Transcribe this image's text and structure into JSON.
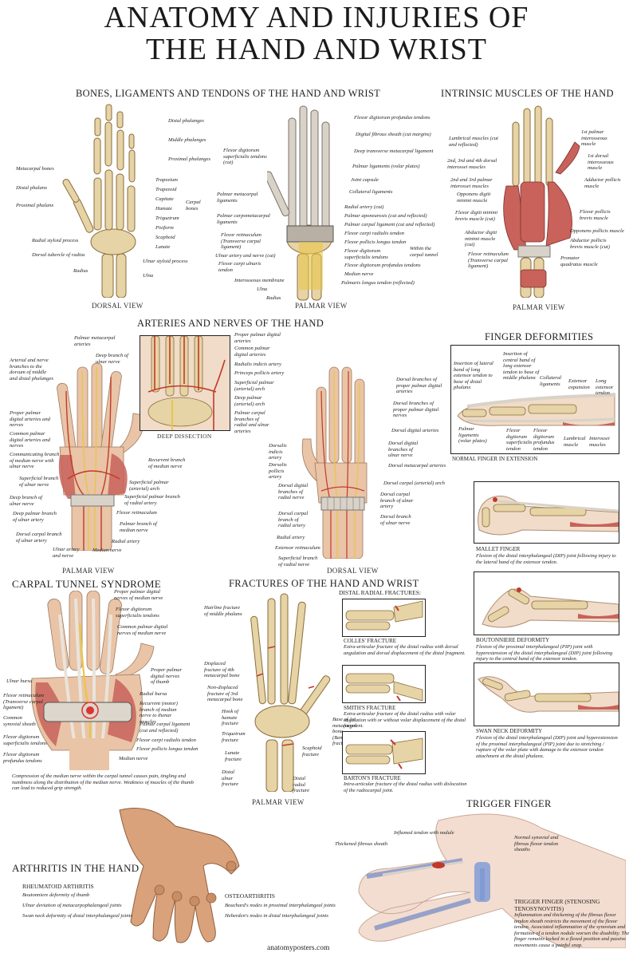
{
  "title": {
    "line1": "ANATOMY AND INJURIES OF",
    "line2": "THE HAND AND WRIST"
  },
  "bones": {
    "heading": "BONES, LIGAMENTS AND TENDONS OF THE HAND AND WRIST",
    "dorsal_view": "DORSAL VIEW",
    "palmar_view": "PALMAR VIEW",
    "dorsal_left": [
      "Metacarpal bones",
      "Distal phalanx",
      "Proximal phalanx",
      "Radial styloid process",
      "Dorsal tubercle of radius",
      "Radius"
    ],
    "dorsal_right": [
      "Distal phalanges",
      "Middle phalanges",
      "Proximal phalanges",
      "Trapezium",
      "Trapezoid",
      "Capitate",
      "Hamate",
      "Triquetrum",
      "Pisiform",
      "Scaphoid",
      "Lunate",
      "Ulnar styloid process",
      "Ulna"
    ],
    "carpal_bones": "Carpal bones",
    "palmar_left": [
      "Flexor digitorum superficialis tendons (cut)",
      "Palmar metacarpal ligaments",
      "Palmar carpometacarpal ligaments",
      "Flexor retinaculum (Transverse carpal ligament)",
      "Ulnar artery and nerve (cut)",
      "Flexor carpi ulnaris tendon",
      "Interosseous membrane",
      "Ulna",
      "Radius"
    ],
    "palmar_right": [
      "Flexor digitorum profundus tendons",
      "Digital fibrous sheath (cut margins)",
      "Deep transverse metacarpal ligament",
      "Palmar ligaments (volar plates)",
      "Joint capsule",
      "Collateral ligaments",
      "Radial artery (cut)",
      "Palmar aponeurosis (cut and reflected)",
      "Palmar carpal ligament (cut and reflected)",
      "Flexor carpi radialis tendon",
      "Flexor pollicis longus tendon",
      "Flexor digitorum superficialis tendons",
      "Flexor digitorum profundus tendons",
      "Median nerve",
      "Palmaris longus tendon (reflected)"
    ],
    "carpal_tunnel_note": "Within the carpal tunnel"
  },
  "intrinsic": {
    "heading": "INTRINSIC MUSCLES OF THE HAND",
    "view": "PALMAR VIEW",
    "left": [
      "Lumbrical muscles (cut and reflected)",
      "2nd, 3rd and 4th dorsal interossei muscles",
      "2nd and 3rd palmar interossei muscles",
      "Opponens digiti minimi muscle",
      "Flexor digiti minimi brevis muscle (cut)",
      "Abductor digiti minimi muscle (cut)",
      "Flexor retinaculum (Transverse carpal ligament)"
    ],
    "right": [
      "1st palmar interosseous muscle",
      "1st dorsal interosseous muscle",
      "Adductor pollicis muscle",
      "Flexor pollicis brevis muscle",
      "Opponens pollicis muscle",
      "Abductor pollicis brevis muscle (cut)",
      "Pronator quadratus muscle"
    ]
  },
  "arteries": {
    "heading": "ARTERIES AND NERVES OF THE HAND",
    "palmar_view": "PALMAR VIEW",
    "dorsal_view": "DORSAL VIEW",
    "deep_dissection": "DEEP DISSECTION",
    "left": [
      "Arterial and nerve branches to the dorsum of middle and distal phalanges",
      "Proper palmar digital arteries and nerves",
      "Common palmar digital arteries and nerves",
      "Communicating branch of median nerve with ulnar nerve",
      "Superficial branch of ulnar nerve",
      "Deep branch of ulnar nerve",
      "Deep palmar branch of ulnar artery",
      "Dorsal carpal branch of ulnar artery",
      "Ulnar artery and nerve",
      "Median nerve"
    ],
    "top": [
      "Palmar metacarpal arteries",
      "Deep branch of ulnar nerve"
    ],
    "mid": [
      "Recurrent branch of median nerve",
      "Superficial palmar (arterial) arch",
      "Superficial palmar branch of radial artery",
      "Flexor retinaculum",
      "Palmar branch of median nerve",
      "Radial artery"
    ],
    "dd_right": [
      "Proper palmar digital arteries",
      "Common palmar digital arteries",
      "Radialis indicis artery",
      "Princeps pollicis artery",
      "Superficial palmar (arterial) arch",
      "Deep palmar (arterial) arch",
      "Palmar carpal branches of radial and ulnar arteries"
    ],
    "dorsal_left": [
      "Dorsalis indicis artery",
      "Dorsalis pollicis artery",
      "Dorsal digital branches of radial nerve",
      "Dorsal carpal branch of radial artery",
      "Radial artery",
      "Extensor retinaculum",
      "Superficial branch of radial nerve"
    ],
    "dorsal_right": [
      "Dorsal branches of proper palmar digital arteries",
      "Dorsal branches of proper palmar digital nerves",
      "Dorsal digital arteries",
      "Dorsal digital branches of ulnar nerve",
      "Dorsal metacarpal arteries",
      "Dorsal carpal (arterial) arch",
      "Dorsal carpal branch of ulnar artery",
      "Dorsal branch of ulnar nerve"
    ]
  },
  "deformities": {
    "heading": "FINGER DEFORMITIES",
    "normal": {
      "caption": "NORMAL FINGER IN EXTENSION",
      "labels": [
        "Insertion of lateral band of long extensor tendon to base of distal phalanx",
        "Insertion of central band of long extensor tendon to base of middle phalanx",
        "Collateral ligaments",
        "Extensor expansion",
        "Long extensor tendon",
        "Palmar ligaments (volar plates)",
        "Flexor digitorum superficialis tendon",
        "Flexor digitorum profundus tendon",
        "Lumbrical muscle",
        "Interossei muscles"
      ]
    },
    "mallet": {
      "caption": "MALLET FINGER",
      "text": "Flexion of the distal interphalangeal (DIP) joint following injury to the lateral band of the extensor tendon."
    },
    "boutonniere": {
      "caption": "BOUTONNIERE DEFORMITY",
      "text": "Flexion of the proximal interphalangeal (PIP) joint with hyperextension of the distal interphalangeal (DIP) joint following injury to the central band of the extensor tendon."
    },
    "swan": {
      "caption": "SWAN NECK DEFORMITY",
      "text": "Flexion of the distal interphalangeal (DIP) joint and hyperextension of the proximal interphalangeal (PIP) joint due to stretching / rupture of the volar plate with damage to the extensor tendon attachment at the distal phalanx."
    }
  },
  "carpal": {
    "heading": "CARPAL TUNNEL SYNDROME",
    "right": [
      "Proper palmar digital nerves of median nerve",
      "Flexor digitorum superficialis tendons",
      "Common palmar digital nerves of median nerve",
      "Proper palmar digital nerves of thumb",
      "Radial bursa",
      "Recurrent (motor) branch of median nerve to thenar muscles",
      "Palmar carpal ligament (cut and reflected)",
      "Flexor carpi radialis tendon",
      "Flexor pollicis longus tendon",
      "Median nerve"
    ],
    "left": [
      "Ulnar bursa",
      "Flexor retinaculum (Transverse carpal ligament)",
      "Common synovial sheath",
      "Flexor digitorum superficialis tendons",
      "Flexor digitorum profundus tendons"
    ],
    "text": "Compression of the median nerve within the carpal tunnel causes pain, tingling and numbness along the distribution of the median nerve. Weakness of muscles of the thumb can lead to reduced grip strength."
  },
  "fractures": {
    "heading": "FRACTURES OF THE HAND AND WRIST",
    "view": "PALMAR VIEW",
    "left": [
      "Hairline fracture of middle phalanx",
      "Displaced fracture of 4th metacarpal bone",
      "Non-displaced fracture of 3rd metacarpal bone",
      "Hook of hamate fracture",
      "Triquetrum fracture",
      "Lunate fracture",
      "Distal ulnar fracture"
    ],
    "right": [
      "Base of 1st metacarpal bone (Bennett) fracture",
      "Scaphoid fracture",
      "Distal radial fracture"
    ],
    "distal_heading": "DISTAL RADIAL FRACTURES:",
    "colles": {
      "caption": "COLLES' FRACTURE",
      "text": "Extra-articular fracture of the distal radius with dorsal angulation and dorsal displacement of the distal fragment."
    },
    "smith": {
      "caption": "SMITH'S FRACTURE",
      "text": "Extra-articular fracture of the distal radius with volar angulation with or without volar displacement of the distal fragment."
    },
    "barton": {
      "caption": "BARTON'S FRACTURE",
      "text": "Intra-articular fracture of the distal radius with dislocation of the radiocarpal joint."
    }
  },
  "trigger": {
    "heading": "TRIGGER FINGER",
    "labels": [
      "Inflamed tendon with nodule",
      "Thickened fibrous sheath",
      "Normal synovial and fibrous flexor tendon sheaths"
    ],
    "subhead": "TRIGGER FINGER (STENOSING TENOSYNOVITIS)",
    "text": "Inflammation and thickening of the fibrous flexor tendon sheath restricts the movement of the flexor tendon. Associated inflammation of the synovium and formation of a tendon nodule worsen the disability. The finger remains locked in a flexed position and passive movements cause a painful snap."
  },
  "arthritis": {
    "heading": "ARTHRITIS IN THE HAND",
    "rheum": "RHEUMATOID ARTHRITIS",
    "rheum_items": [
      "Boutonniere deformity of thumb",
      "Ulnar deviation of metacarpophalangeal joints",
      "Swan neck deformity of distal interphalangeal joints"
    ],
    "osteo": "OSTEOARTHRITIS",
    "osteo_items": [
      "Bouchard's nodes in proximal interphalangeal joints",
      "Heberden's nodes in distal interphalangeal joints"
    ]
  },
  "footer": "anatomyposters.com",
  "colors": {
    "bone": "#e6d3a6",
    "bone_line": "#8a6d3b",
    "muscle": "#c8625a",
    "tendon": "#e9e4dc",
    "nerve": "#e8c64a",
    "artery": "#c0392b",
    "vein": "#3c5da8",
    "skin": "#e9c4a6"
  }
}
